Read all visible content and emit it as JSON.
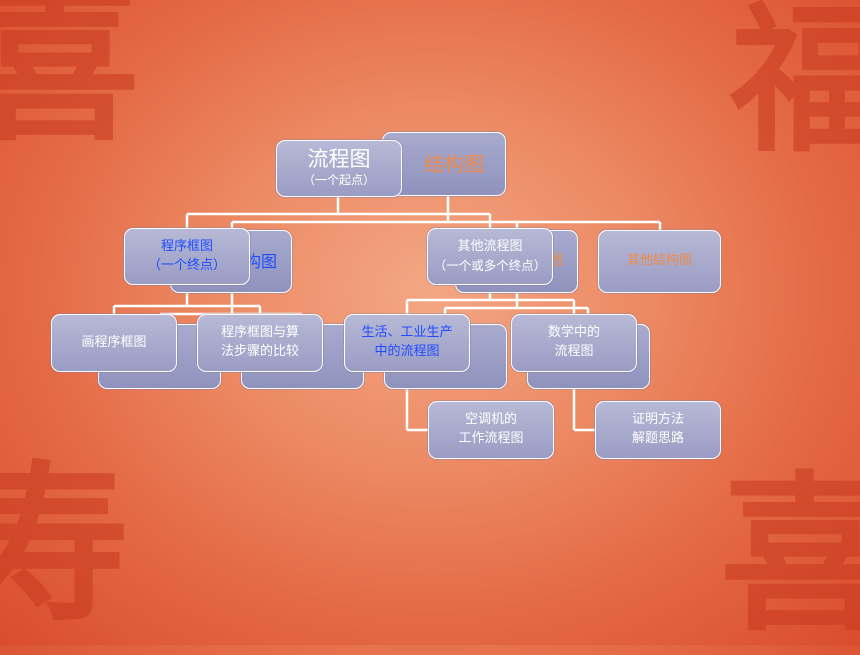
{
  "diagram": {
    "root_front": {
      "title": "流程图",
      "subtitle": "（一个起点）"
    },
    "root_back": {
      "label": "结构图"
    },
    "level1": {
      "program_front": {
        "line1": "程序框图",
        "line2": "（一个终点）"
      },
      "program_back_partial": "构图",
      "other_front": {
        "line1": "其他流程图",
        "line2": "（一个或多个终点）"
      },
      "other_back_partial": "图",
      "other_structure": "其他结构图"
    },
    "level2": {
      "draw_program": "画程序框图",
      "compare": {
        "line1": "程序框图与算",
        "line2": "法步骤的比较"
      },
      "life_industry": {
        "line1": "生活、工业生产",
        "line2": "中的流程图"
      },
      "math": {
        "line1": "数学中的",
        "line2": "流程图"
      }
    },
    "level3": {
      "ac": {
        "line1": "空调机的",
        "line2": "工作流程图"
      },
      "proof": {
        "line1": "证明方法",
        "line2": "解题思路"
      }
    }
  },
  "colors": {
    "node_fill": "#a4a7cb",
    "accent_blue": "#1e4cff",
    "accent_orange": "#f08a48",
    "background": "#e46a45"
  }
}
